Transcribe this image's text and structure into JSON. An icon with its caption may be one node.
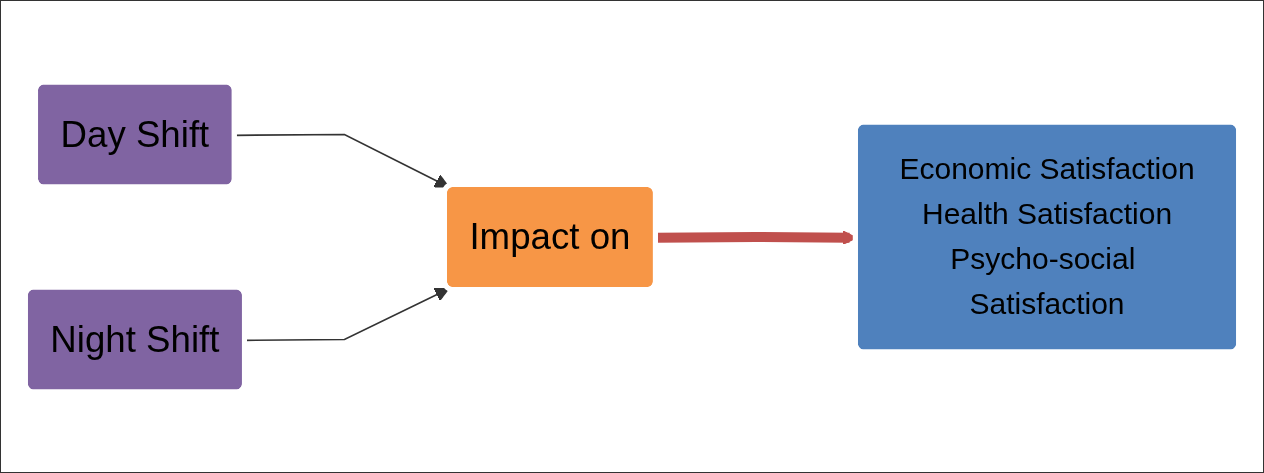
{
  "diagram": {
    "nodes": [
      {
        "text": [
          "Day Shift"
        ]
      },
      {
        "text": [
          "Night Shift"
        ]
      },
      {
        "text": [
          "Impact on"
        ]
      },
      {
        "text": [
          "Economic Satisfaction",
          "Health Satisfaction",
          "Psycho-social Satisfaction"
        ]
      }
    ],
    "edges": [
      {
        "from": 0,
        "to": 2,
        "arrow": "to"
      },
      {
        "from": 1,
        "to": 2,
        "arrow": "to"
      },
      {
        "from": 2,
        "to": 3,
        "arrow": "to",
        "style": "thick",
        "color": "#c0504d"
      }
    ]
  }
}
